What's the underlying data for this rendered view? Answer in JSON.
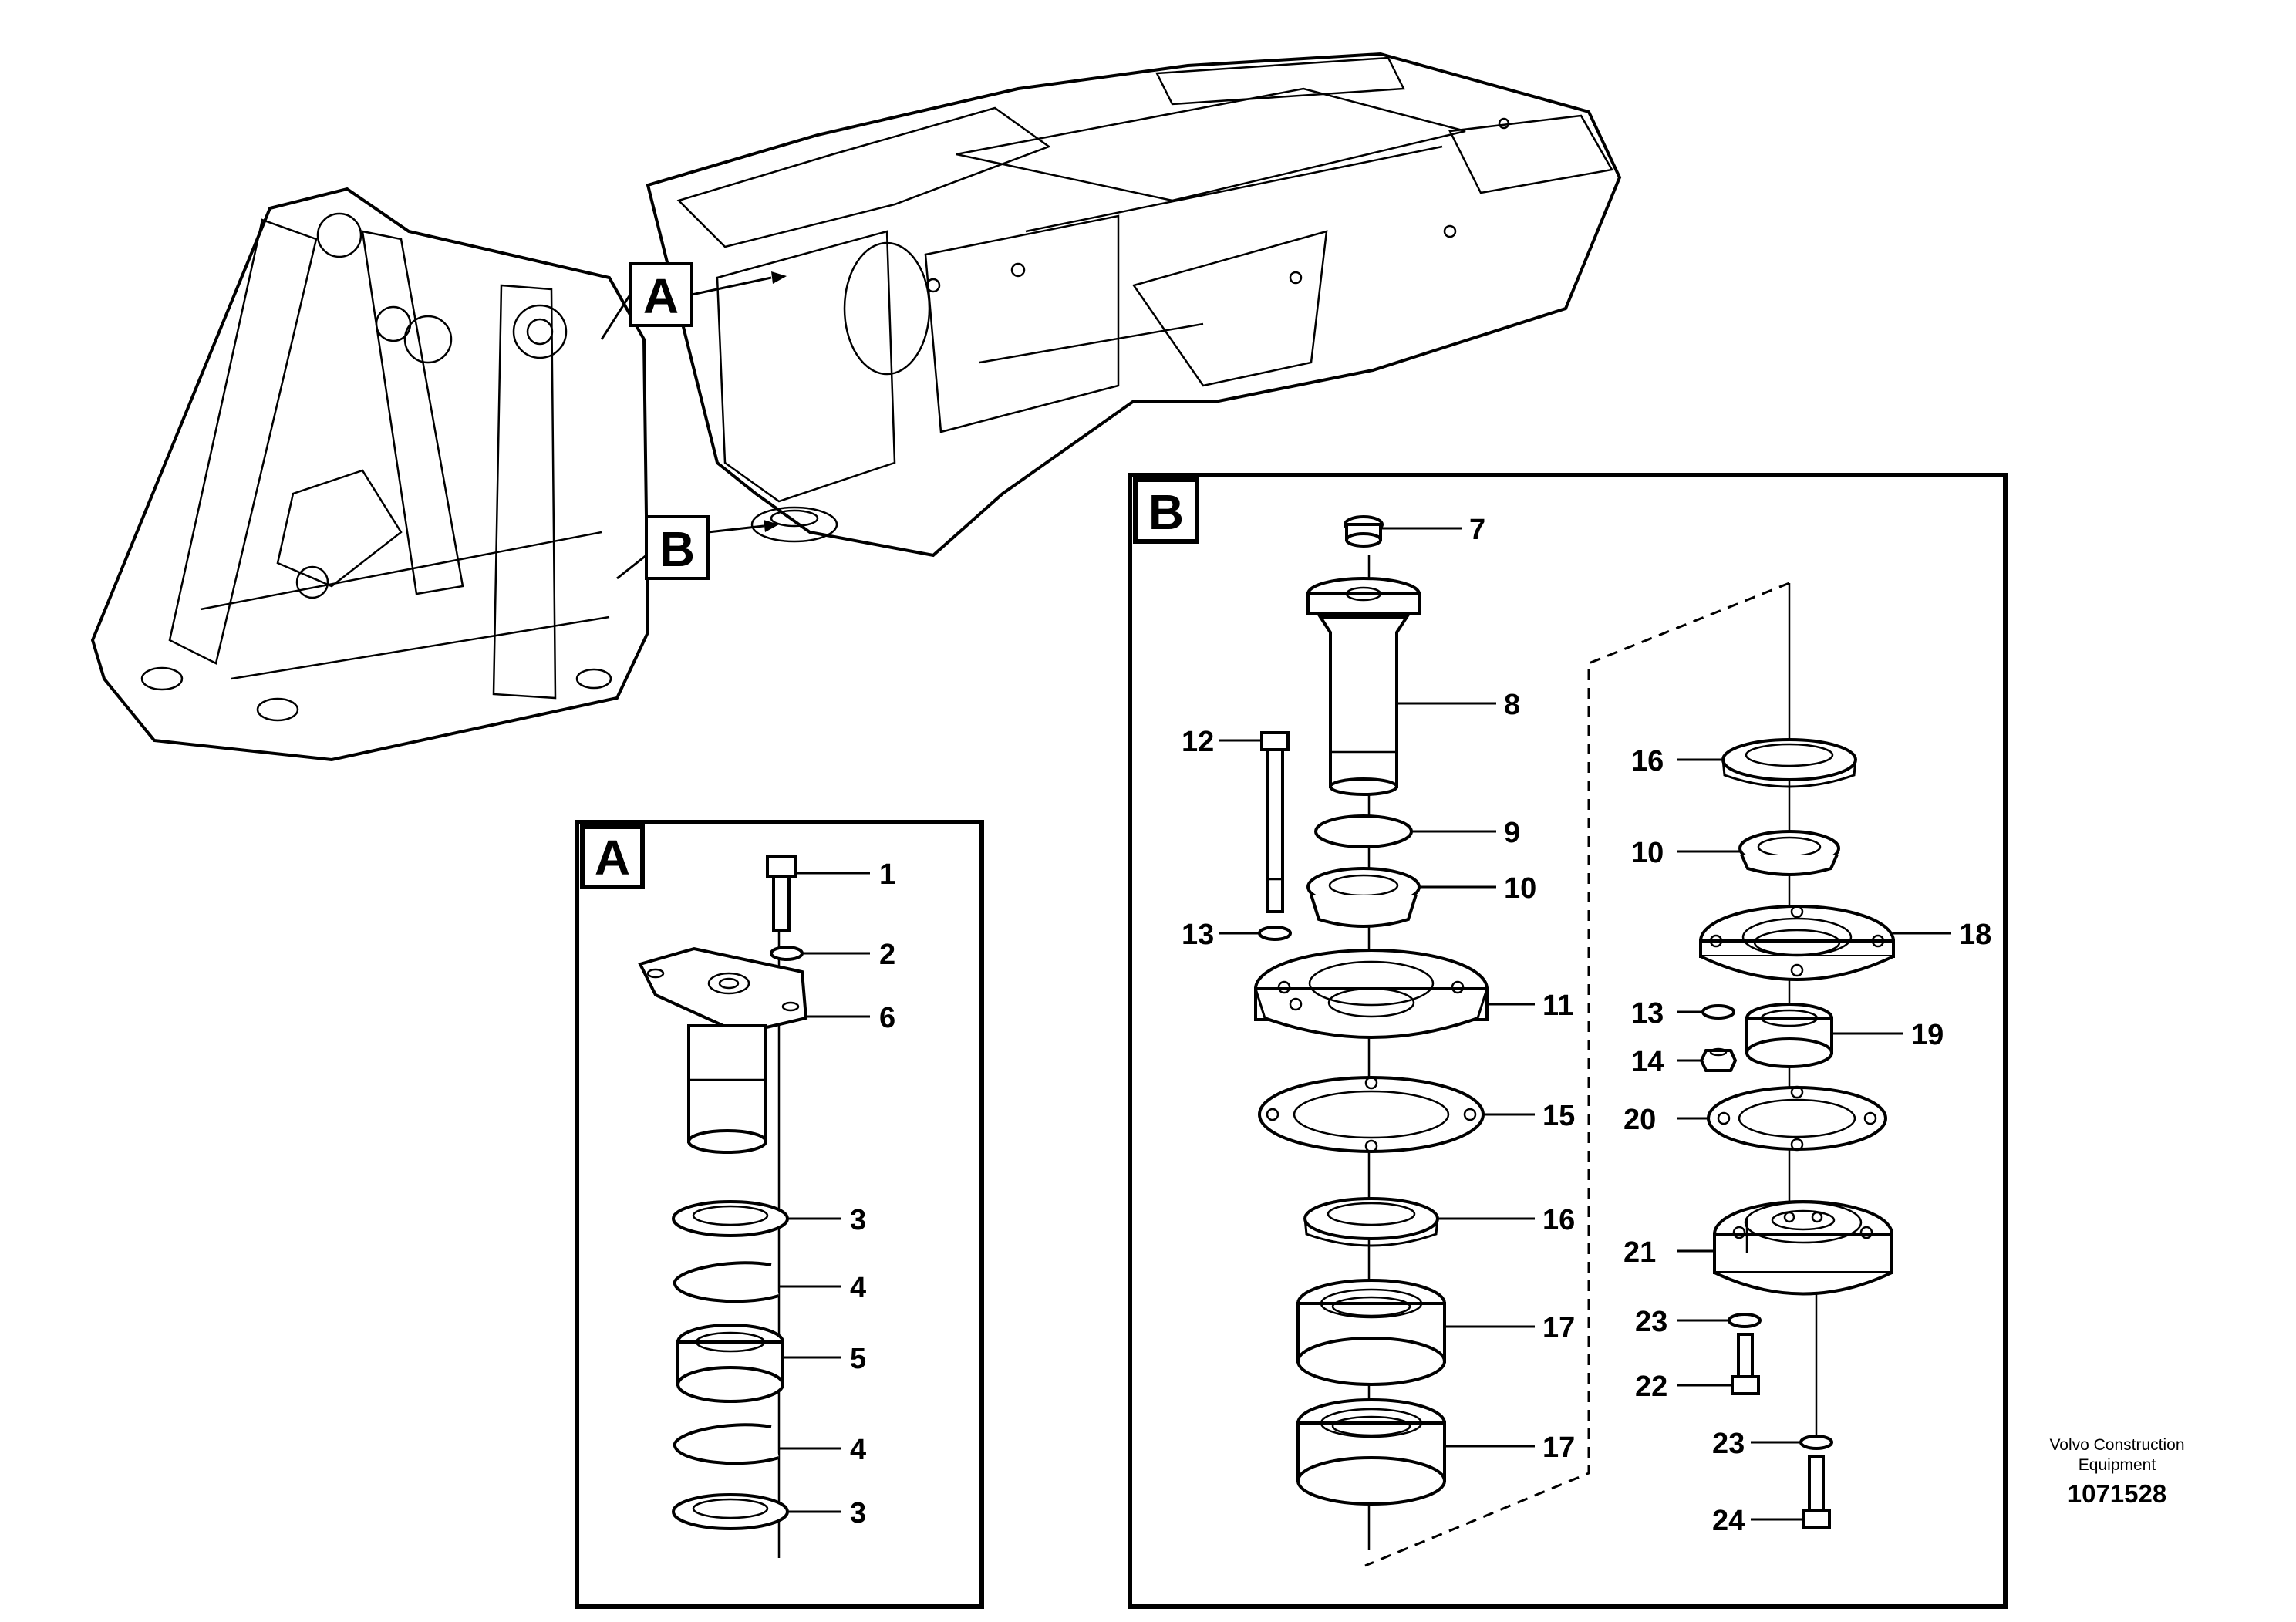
{
  "callouts": {
    "detail_a": "A",
    "detail_b": "B"
  },
  "panel_a": {
    "label": "A",
    "items": [
      "1",
      "2",
      "6",
      "3",
      "4",
      "5",
      "4",
      "3"
    ]
  },
  "panel_b": {
    "label": "B",
    "left_items": [
      "7",
      "8",
      "12",
      "9",
      "10",
      "13",
      "11",
      "15",
      "16",
      "17",
      "17"
    ],
    "right_items": [
      "16",
      "10",
      "18",
      "13",
      "19",
      "14",
      "20",
      "21",
      "23",
      "22",
      "23",
      "24"
    ]
  },
  "footer": {
    "company_line1": "Volvo Construction",
    "company_line2": "Equipment",
    "document_number": "1071528"
  }
}
